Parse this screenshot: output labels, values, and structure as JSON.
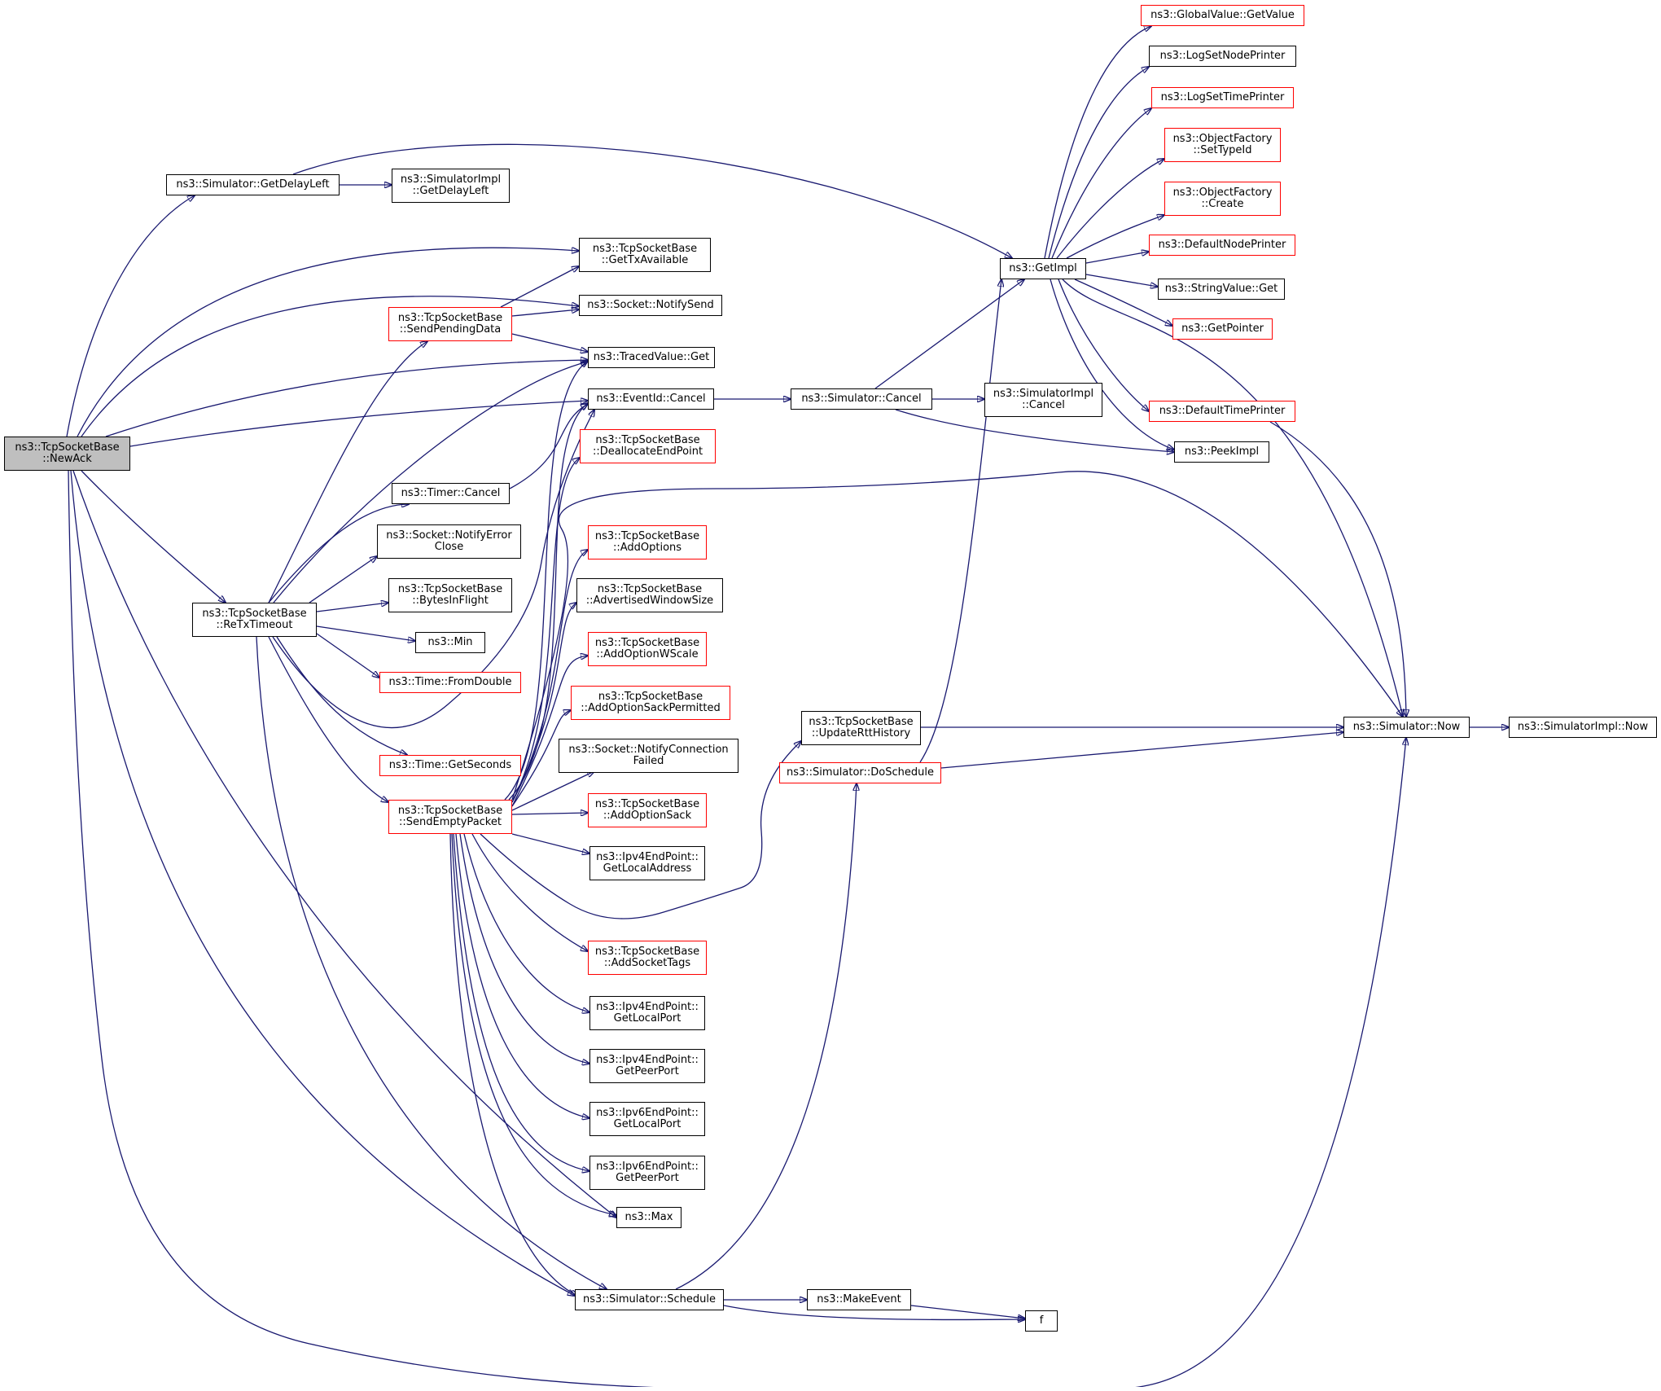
{
  "diagram": {
    "title": "",
    "colors": {
      "edge": "#191970",
      "node_border": "#000000",
      "node_border_link_missing": "#ff0000",
      "root_fill": "#bfbfbf",
      "background": "#ffffff"
    },
    "nodes": [
      {
        "id": "newack",
        "lines": [
          "ns3::TcpSocketBase",
          "::NewAck"
        ],
        "style": "root"
      },
      {
        "id": "getdelayleft",
        "lines": [
          "ns3::Simulator::GetDelayLeft"
        ],
        "style": "normal"
      },
      {
        "id": "implgetdelayleft",
        "lines": [
          "ns3::SimulatorImpl",
          "::GetDelayLeft"
        ],
        "style": "normal"
      },
      {
        "id": "gettxavailable",
        "lines": [
          "ns3::TcpSocketBase",
          "::GetTxAvailable"
        ],
        "style": "normal"
      },
      {
        "id": "sendpendingdata",
        "lines": [
          "ns3::TcpSocketBase",
          "::SendPendingData"
        ],
        "style": "red"
      },
      {
        "id": "notifysend",
        "lines": [
          "ns3::Socket::NotifySend"
        ],
        "style": "normal"
      },
      {
        "id": "tracedget",
        "lines": [
          "ns3::TracedValue::Get"
        ],
        "style": "normal"
      },
      {
        "id": "eventcancel",
        "lines": [
          "ns3::EventId::Cancel"
        ],
        "style": "normal"
      },
      {
        "id": "simcancel",
        "lines": [
          "ns3::Simulator::Cancel"
        ],
        "style": "normal"
      },
      {
        "id": "implcancel",
        "lines": [
          "ns3::SimulatorImpl",
          "::Cancel"
        ],
        "style": "normal"
      },
      {
        "id": "getimpl",
        "lines": [
          "ns3::GetImpl"
        ],
        "style": "normal"
      },
      {
        "id": "globalvalue",
        "lines": [
          "ns3::GlobalValue::GetValue"
        ],
        "style": "red"
      },
      {
        "id": "logsetnode",
        "lines": [
          "ns3::LogSetNodePrinter"
        ],
        "style": "normal"
      },
      {
        "id": "logsettime",
        "lines": [
          "ns3::LogSetTimePrinter"
        ],
        "style": "red"
      },
      {
        "id": "settypeid",
        "lines": [
          "ns3::ObjectFactory",
          "::SetTypeId"
        ],
        "style": "red"
      },
      {
        "id": "create",
        "lines": [
          "ns3::ObjectFactory",
          "::Create"
        ],
        "style": "red"
      },
      {
        "id": "defaultnodeprinter",
        "lines": [
          "ns3::DefaultNodePrinter"
        ],
        "style": "red"
      },
      {
        "id": "stringvalueget",
        "lines": [
          "ns3::StringValue::Get"
        ],
        "style": "normal"
      },
      {
        "id": "getpointer",
        "lines": [
          "ns3::GetPointer"
        ],
        "style": "red"
      },
      {
        "id": "defaulttimeprinter",
        "lines": [
          "ns3::DefaultTimePrinter"
        ],
        "style": "red"
      },
      {
        "id": "peekimpl",
        "lines": [
          "ns3::PeekImpl"
        ],
        "style": "normal"
      },
      {
        "id": "timercancel",
        "lines": [
          "ns3::Timer::Cancel"
        ],
        "style": "normal"
      },
      {
        "id": "deallocate",
        "lines": [
          "ns3::TcpSocketBase",
          "::DeallocateEndPoint"
        ],
        "style": "red"
      },
      {
        "id": "notifyerror",
        "lines": [
          "ns3::Socket::NotifyError",
          "Close"
        ],
        "style": "normal"
      },
      {
        "id": "addoptions",
        "lines": [
          "ns3::TcpSocketBase",
          "::AddOptions"
        ],
        "style": "red"
      },
      {
        "id": "retx",
        "lines": [
          "ns3::TcpSocketBase",
          "::ReTxTimeout"
        ],
        "style": "normal"
      },
      {
        "id": "bytesinflight",
        "lines": [
          "ns3::TcpSocketBase",
          "::BytesInFlight"
        ],
        "style": "normal"
      },
      {
        "id": "advwin",
        "lines": [
          "ns3::TcpSocketBase",
          "::AdvertisedWindowSize"
        ],
        "style": "normal"
      },
      {
        "id": "min",
        "lines": [
          "ns3::Min"
        ],
        "style": "normal"
      },
      {
        "id": "addoptionwscale",
        "lines": [
          "ns3::TcpSocketBase",
          "::AddOptionWScale"
        ],
        "style": "red"
      },
      {
        "id": "fromdouble",
        "lines": [
          "ns3::Time::FromDouble"
        ],
        "style": "red"
      },
      {
        "id": "sackpermitted",
        "lines": [
          "ns3::TcpSocketBase",
          "::AddOptionSackPermitted"
        ],
        "style": "red"
      },
      {
        "id": "updatertt",
        "lines": [
          "ns3::TcpSocketBase",
          "::UpdateRttHistory"
        ],
        "style": "normal"
      },
      {
        "id": "simnow",
        "lines": [
          "ns3::Simulator::Now"
        ],
        "style": "normal"
      },
      {
        "id": "implnow",
        "lines": [
          "ns3::SimulatorImpl::Now"
        ],
        "style": "normal"
      },
      {
        "id": "notifyconnfailed",
        "lines": [
          "ns3::Socket::NotifyConnection",
          "Failed"
        ],
        "style": "normal"
      },
      {
        "id": "getseconds",
        "lines": [
          "ns3::Time::GetSeconds"
        ],
        "style": "red"
      },
      {
        "id": "doschedule",
        "lines": [
          "ns3::Simulator::DoSchedule"
        ],
        "style": "red"
      },
      {
        "id": "sendempty",
        "lines": [
          "ns3::TcpSocketBase",
          "::SendEmptyPacket"
        ],
        "style": "red"
      },
      {
        "id": "addoptionsack",
        "lines": [
          "ns3::TcpSocketBase",
          "::AddOptionSack"
        ],
        "style": "red"
      },
      {
        "id": "ipv4localaddr",
        "lines": [
          "ns3::Ipv4EndPoint::",
          "GetLocalAddress"
        ],
        "style": "normal"
      },
      {
        "id": "addsockettags",
        "lines": [
          "ns3::TcpSocketBase",
          "::AddSocketTags"
        ],
        "style": "red"
      },
      {
        "id": "ipv4localport",
        "lines": [
          "ns3::Ipv4EndPoint::",
          "GetLocalPort"
        ],
        "style": "normal"
      },
      {
        "id": "ipv4peerport",
        "lines": [
          "ns3::Ipv4EndPoint::",
          "GetPeerPort"
        ],
        "style": "normal"
      },
      {
        "id": "ipv6localport",
        "lines": [
          "ns3::Ipv6EndPoint::",
          "GetLocalPort"
        ],
        "style": "normal"
      },
      {
        "id": "ipv6peerport",
        "lines": [
          "ns3::Ipv6EndPoint::",
          "GetPeerPort"
        ],
        "style": "normal"
      },
      {
        "id": "max",
        "lines": [
          "ns3::Max"
        ],
        "style": "normal"
      },
      {
        "id": "schedule",
        "lines": [
          "ns3::Simulator::Schedule"
        ],
        "style": "normal"
      },
      {
        "id": "makeevent",
        "lines": [
          "ns3::MakeEvent"
        ],
        "style": "normal"
      },
      {
        "id": "f",
        "lines": [
          "f"
        ],
        "style": "normal"
      }
    ],
    "edges": [
      [
        "newack",
        "getdelayleft"
      ],
      [
        "newack",
        "gettxavailable"
      ],
      [
        "newack",
        "notifysend"
      ],
      [
        "newack",
        "tracedget"
      ],
      [
        "newack",
        "eventcancel"
      ],
      [
        "newack",
        "retx"
      ],
      [
        "newack",
        "max"
      ],
      [
        "newack",
        "schedule"
      ],
      [
        "newack",
        "simnow"
      ],
      [
        "getdelayleft",
        "implgetdelayleft"
      ],
      [
        "getdelayleft",
        "getimpl"
      ],
      [
        "sendpendingdata",
        "gettxavailable"
      ],
      [
        "sendpendingdata",
        "notifysend"
      ],
      [
        "sendpendingdata",
        "tracedget"
      ],
      [
        "eventcancel",
        "simcancel"
      ],
      [
        "simcancel",
        "getimpl"
      ],
      [
        "simcancel",
        "implcancel"
      ],
      [
        "simcancel",
        "peekimpl"
      ],
      [
        "getimpl",
        "globalvalue"
      ],
      [
        "getimpl",
        "logsetnode"
      ],
      [
        "getimpl",
        "logsettime"
      ],
      [
        "getimpl",
        "settypeid"
      ],
      [
        "getimpl",
        "create"
      ],
      [
        "getimpl",
        "defaultnodeprinter"
      ],
      [
        "getimpl",
        "stringvalueget"
      ],
      [
        "getimpl",
        "getpointer"
      ],
      [
        "getimpl",
        "defaulttimeprinter"
      ],
      [
        "getimpl",
        "peekimpl"
      ],
      [
        "getimpl",
        "simnow"
      ],
      [
        "defaulttimeprinter",
        "simnow"
      ],
      [
        "simnow",
        "implnow"
      ],
      [
        "retx",
        "sendpendingdata"
      ],
      [
        "retx",
        "tracedget"
      ],
      [
        "retx",
        "timercancel"
      ],
      [
        "retx",
        "notifyerror"
      ],
      [
        "retx",
        "bytesinflight"
      ],
      [
        "retx",
        "min"
      ],
      [
        "retx",
        "fromdouble"
      ],
      [
        "retx",
        "getseconds"
      ],
      [
        "retx",
        "sendempty"
      ],
      [
        "retx",
        "eventcancel"
      ],
      [
        "retx",
        "schedule"
      ],
      [
        "timercancel",
        "eventcancel"
      ],
      [
        "sendempty",
        "tracedget"
      ],
      [
        "sendempty",
        "eventcancel"
      ],
      [
        "sendempty",
        "deallocate"
      ],
      [
        "sendempty",
        "simnow"
      ],
      [
        "sendempty",
        "addoptions"
      ],
      [
        "sendempty",
        "advwin"
      ],
      [
        "sendempty",
        "addoptionwscale"
      ],
      [
        "sendempty",
        "sackpermitted"
      ],
      [
        "sendempty",
        "notifyconnfailed"
      ],
      [
        "sendempty",
        "addoptionsack"
      ],
      [
        "sendempty",
        "ipv4localaddr"
      ],
      [
        "sendempty",
        "updatertt"
      ],
      [
        "sendempty",
        "addsockettags"
      ],
      [
        "sendempty",
        "ipv4localport"
      ],
      [
        "sendempty",
        "ipv4peerport"
      ],
      [
        "sendempty",
        "ipv6localport"
      ],
      [
        "sendempty",
        "ipv6peerport"
      ],
      [
        "sendempty",
        "max"
      ],
      [
        "sendempty",
        "schedule"
      ],
      [
        "updatertt",
        "simnow"
      ],
      [
        "doschedule",
        "simnow"
      ],
      [
        "doschedule",
        "getimpl"
      ],
      [
        "schedule",
        "doschedule"
      ],
      [
        "schedule",
        "makeevent"
      ],
      [
        "schedule",
        "f"
      ],
      [
        "makeevent",
        "f"
      ]
    ]
  }
}
